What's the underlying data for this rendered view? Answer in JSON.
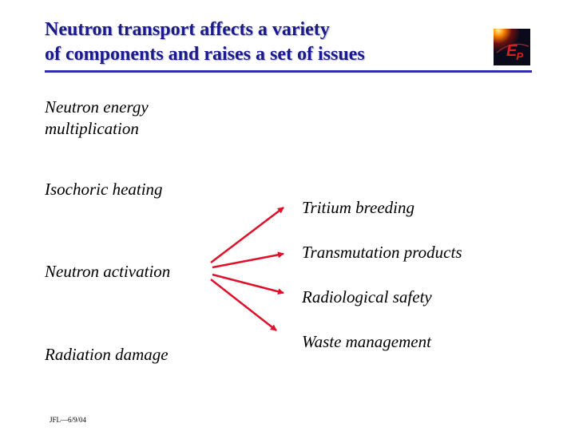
{
  "slide": {
    "title_line1": "Neutron transport affects a variety",
    "title_line2": "of components and raises a set of issues",
    "logo_main": "E",
    "logo_sub": "P",
    "left_items": [
      "Neutron energy",
      "multiplication",
      "Isochoric heating",
      "Neutron activation",
      "Radiation damage"
    ],
    "right_items": [
      "Tritium breeding",
      "Transmutation products",
      "Radiological safety",
      "Waste management"
    ],
    "footer": "JFL—6/9/04"
  },
  "colors": {
    "title": "#1a1a8c",
    "rule": "#2e2ea8",
    "arrow": "#e0102a"
  },
  "icons": {
    "logo": "fusion-energy-logo",
    "arrows": "red-arrow"
  }
}
